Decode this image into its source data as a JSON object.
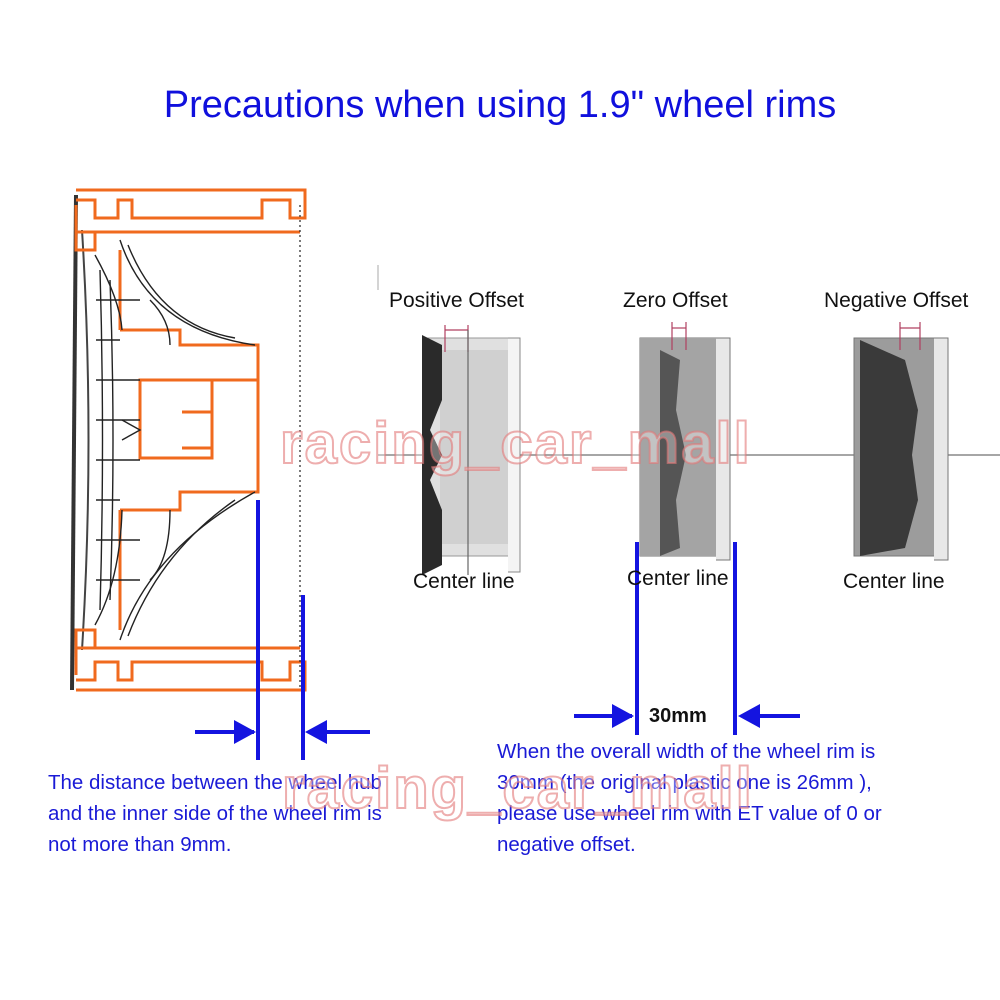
{
  "title": "Precautions when using 1.9\" wheel rims",
  "offsets": [
    {
      "label": "Positive Offset",
      "center_label": "Center line"
    },
    {
      "label": "Zero Offset",
      "center_label": "Center line"
    },
    {
      "label": "Negative Offset",
      "center_label": "Center line"
    }
  ],
  "dimension_label": "30mm",
  "left_note": [
    "The distance between the wheel hub",
    "and the inner side of the wheel rim is",
    "not more than 9mm."
  ],
  "right_note": [
    "When the overall width of the wheel rim  is",
    "30mm (the original plastic one is 26mm ),",
    "please use wheel rim with ET value of 0 or",
    "negative offset."
  ],
  "watermark": "racing_car_mall",
  "colors": {
    "title": "#1010dd",
    "note": "#1a1ad6",
    "drawing": "#f06a1e",
    "arrows": "#1414e0"
  }
}
